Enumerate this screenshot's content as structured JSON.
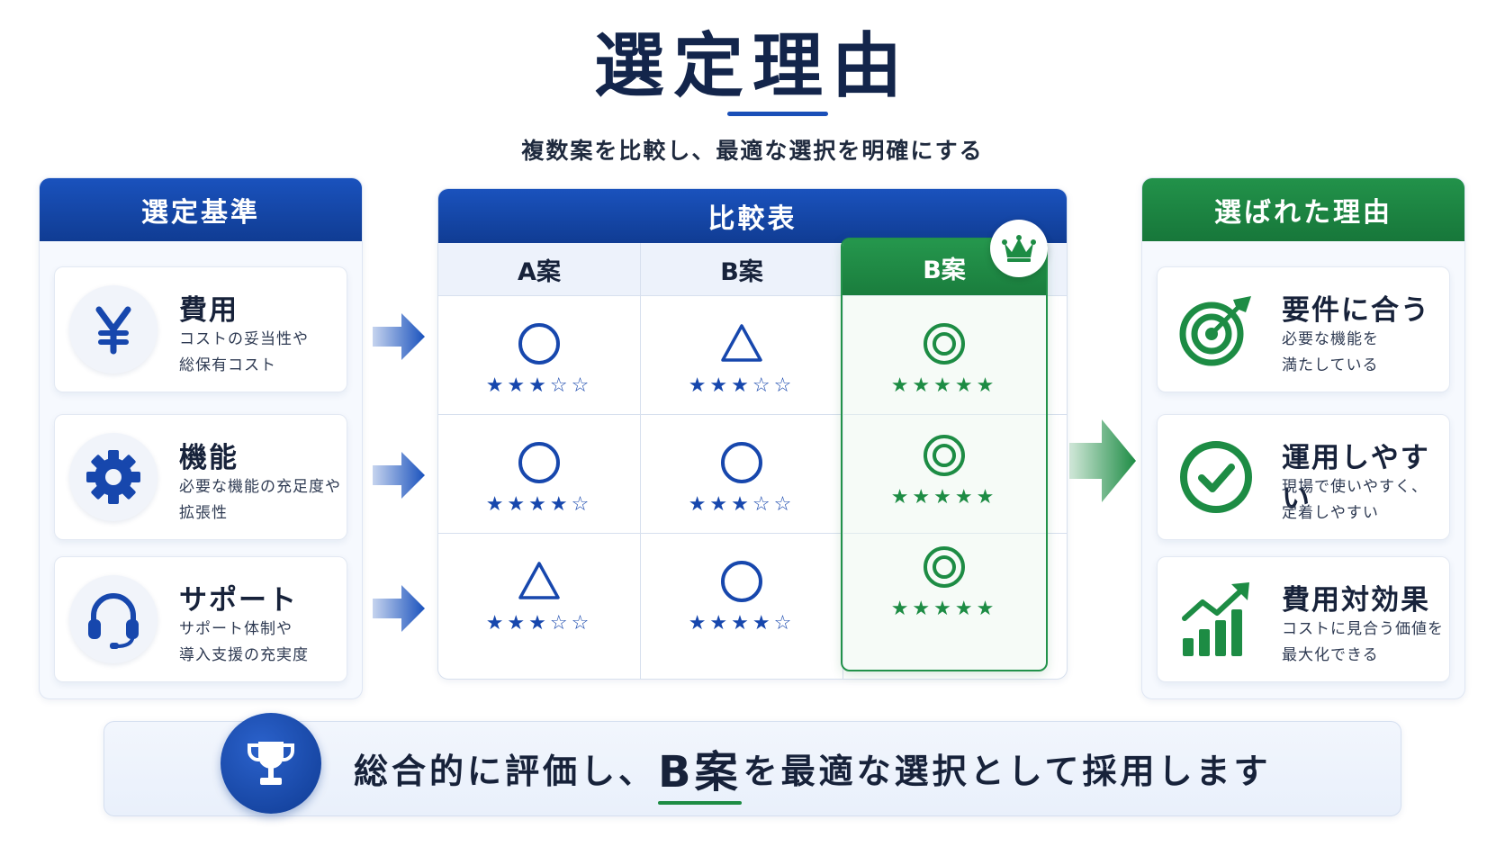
{
  "title": "選定理由",
  "subtitle": "複数案を比較し、最適な選択を明確にする",
  "criteria": {
    "header": "選定基準",
    "items": [
      {
        "title": "費用",
        "desc": "コストの妥当性や\n総保有コスト",
        "icon": "yen-icon"
      },
      {
        "title": "機能",
        "desc": "必要な機能の充足度や\n拡張性",
        "icon": "gear-icon"
      },
      {
        "title": "サポート",
        "desc": "サポート体制や\n導入支援の充実度",
        "icon": "headset-icon"
      }
    ]
  },
  "comparison": {
    "header": "比較表",
    "columns": [
      "A案",
      "B案",
      "B案"
    ],
    "rows": [
      [
        {
          "mark": "○",
          "stars": "★★★☆☆"
        },
        {
          "mark": "△",
          "stars": "★★★☆☆"
        },
        {
          "mark": "◎",
          "stars": "★★★★★"
        }
      ],
      [
        {
          "mark": "○",
          "stars": "★★★★☆"
        },
        {
          "mark": "○",
          "stars": "★★★☆☆"
        },
        {
          "mark": "◎",
          "stars": "★★★★★"
        }
      ],
      [
        {
          "mark": "△",
          "stars": "★★★☆☆"
        },
        {
          "mark": "○",
          "stars": "★★★★☆"
        },
        {
          "mark": "◎",
          "stars": "★★★★★"
        }
      ]
    ],
    "highlight_icon": "crown-icon"
  },
  "reasons": {
    "header": "選ばれた理由",
    "items": [
      {
        "title": "要件に合う",
        "desc": "必要な機能を\n満たしている",
        "icon": "target-icon"
      },
      {
        "title": "運用しやすい",
        "desc": "現場で使いやすく、\n定着しやすい",
        "icon": "check-circle-icon"
      },
      {
        "title": "費用対効果",
        "desc": "コストに見合う価値を\n最大化できる",
        "icon": "growth-chart-icon"
      }
    ]
  },
  "conclusion": {
    "before": "総合的に評価し、",
    "highlight": "B案",
    "after": "を最適な選択として採用します",
    "icon": "trophy-icon"
  },
  "colors": {
    "blue": "#1747ad",
    "green": "#1d8c44",
    "navy": "#13254b"
  }
}
